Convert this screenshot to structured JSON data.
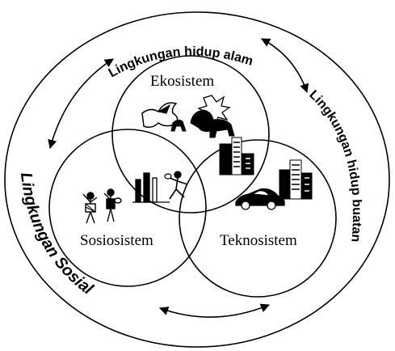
{
  "diagram": {
    "circles": {
      "ekosistem": "Ekosistem",
      "sosiosistem": "Sosiosistem",
      "teknosistem": "Teknosistem"
    },
    "arc_labels": {
      "alam": "Lingkungan hidup alam",
      "buatan": "Lingkungan hidup buatan",
      "sosial": "Lingkungan Sosial"
    },
    "icons": [
      "animals-icon",
      "people-icon",
      "activity-icon",
      "buildings-icon",
      "car-icon"
    ]
  }
}
